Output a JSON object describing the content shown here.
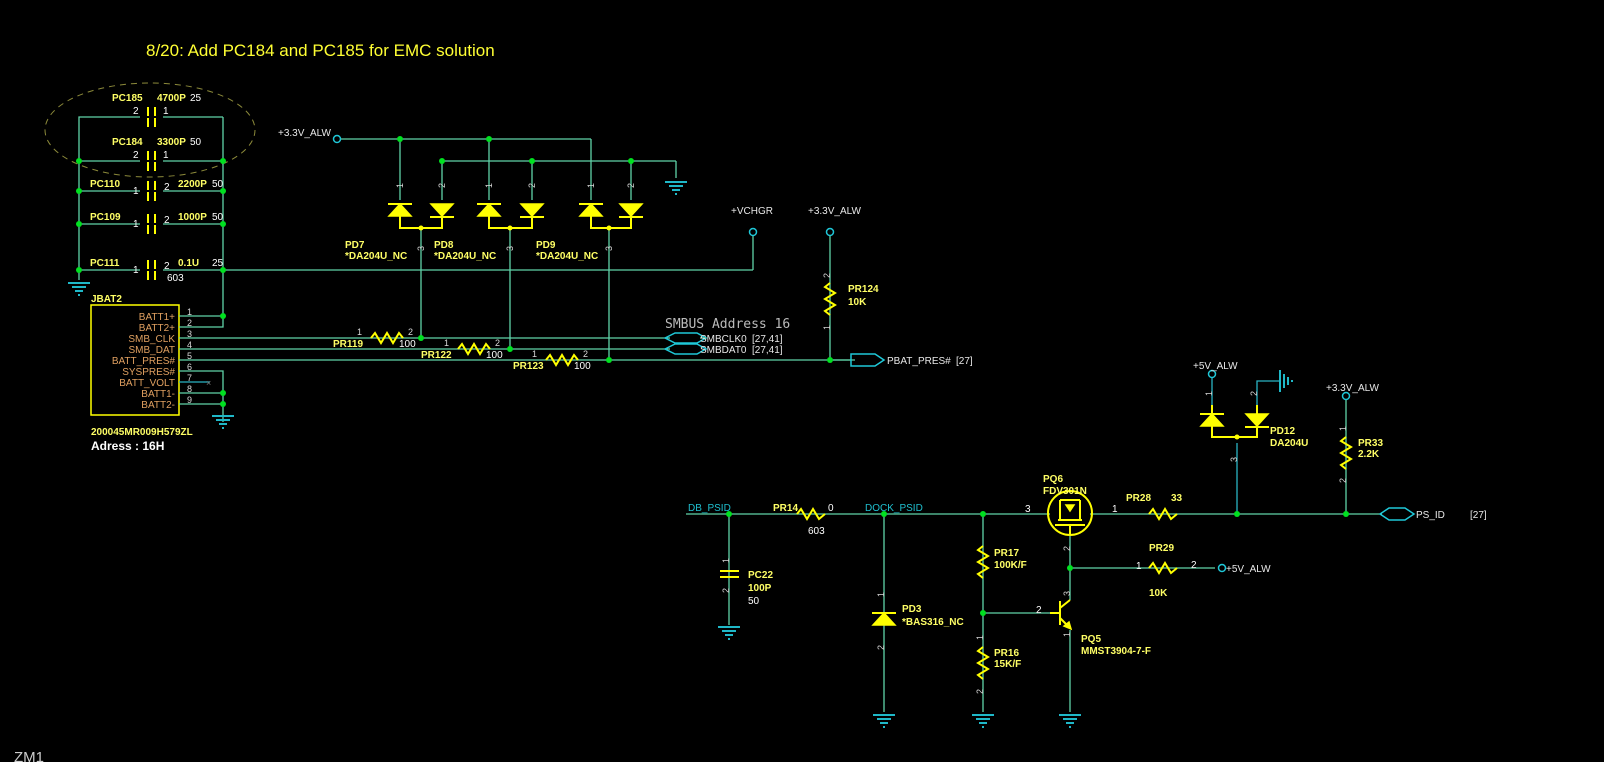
{
  "title": "8/20: Add PC184 and PC185 for EMC solution",
  "corner_label": "ZM1",
  "capacitors": [
    {
      "ref": "PC185",
      "value": "4700P",
      "voltage": "25",
      "pin_left": "2",
      "pin_right": "1"
    },
    {
      "ref": "PC184",
      "value": "3300P",
      "voltage": "50",
      "pin_left": "2",
      "pin_right": "1"
    },
    {
      "ref": "PC110",
      "value": "2200P",
      "voltage": "50",
      "pin_left": "1",
      "pin_right": "2"
    },
    {
      "ref": "PC109",
      "value": "1000P",
      "voltage": "50",
      "pin_left": "1",
      "pin_right": "2"
    },
    {
      "ref": "PC111",
      "value": "0.1U",
      "voltage": "25",
      "package": "603",
      "pin_left": "1",
      "pin_right": "2"
    }
  ],
  "connector": {
    "ref": "JBAT2",
    "part": "200045MR009H579ZL",
    "address": "Adress : 16H",
    "pins": [
      {
        "num": "1",
        "name": "BATT1+"
      },
      {
        "num": "2",
        "name": "BATT2+"
      },
      {
        "num": "3",
        "name": "SMB_CLK"
      },
      {
        "num": "4",
        "name": "SMB_DAT"
      },
      {
        "num": "5",
        "name": "BATT_PRES#"
      },
      {
        "num": "6",
        "name": "SYSPRES#"
      },
      {
        "num": "7",
        "name": "BATT_VOLT"
      },
      {
        "num": "8",
        "name": "BATT1-"
      },
      {
        "num": "9",
        "name": "BATT2-"
      }
    ]
  },
  "rails": {
    "alw33_a": "+3.3V_ALW",
    "vchgr": "+VCHGR",
    "alw33_b": "+3.3V_ALW",
    "alw5_a": "+5V_ALW",
    "alw33_c": "+3.3V_ALW",
    "alw5_b": "+5V_ALW"
  },
  "diodes": [
    {
      "ref": "PD7",
      "part": "*DA204U_NC",
      "p1": "1",
      "p2": "2",
      "p3": "3"
    },
    {
      "ref": "PD8",
      "part": "*DA204U_NC",
      "p1": "1",
      "p2": "2",
      "p3": "3"
    },
    {
      "ref": "PD9",
      "part": "*DA204U_NC",
      "p1": "1",
      "p2": "2",
      "p3": "3"
    },
    {
      "ref": "PD12",
      "part": "DA204U",
      "p1": "1",
      "p2": "2",
      "p3": "3"
    },
    {
      "ref": "PD3",
      "part": "*BAS316_NC",
      "p1": "1",
      "p2": "2"
    }
  ],
  "resistors": {
    "PR119": {
      "ref": "PR119",
      "value": "100",
      "p1": "1",
      "p2": "2"
    },
    "PR122": {
      "ref": "PR122",
      "value": "100",
      "p1": "1",
      "p2": "2"
    },
    "PR123": {
      "ref": "PR123",
      "value": "100",
      "p1": "1",
      "p2": "2"
    },
    "PR124": {
      "ref": "PR124",
      "value": "10K",
      "p1": "1",
      "p2": "2"
    },
    "PR14": {
      "ref": "PR14",
      "value": "0",
      "package": "603"
    },
    "PR17": {
      "ref": "PR17",
      "value": "100K/F"
    },
    "PR16": {
      "ref": "PR16",
      "value": "15K/F",
      "p1": "1",
      "p2": "2"
    },
    "PR28": {
      "ref": "PR28",
      "value": "33"
    },
    "PR29": {
      "ref": "PR29",
      "value": "10K",
      "p1": "1",
      "p2": "2"
    },
    "PR33": {
      "ref": "PR33",
      "value": "2.2K",
      "p1": "1",
      "p2": "2"
    }
  },
  "smbus_note": "SMBUS Address 16",
  "ports": [
    {
      "name": "SMBCLK0",
      "ref": "[27,41]"
    },
    {
      "name": "SMBDAT0",
      "ref": "[27,41]"
    },
    {
      "name": "PBAT_PRES#",
      "ref": "[27]"
    },
    {
      "name": "PS_ID",
      "ref": "[27]"
    }
  ],
  "nets": {
    "db_psid": "DB_PSID",
    "dock_psid": "DOCK_PSID"
  },
  "pc22": {
    "ref": "PC22",
    "value": "100P",
    "voltage": "50",
    "p1": "1",
    "p2": "2"
  },
  "transistors": [
    {
      "ref": "PQ6",
      "part": "FDV301N",
      "p1": "1",
      "p2": "2",
      "p3": "3"
    },
    {
      "ref": "PQ5",
      "part": "MMST3904-7-F",
      "p1": "1",
      "p2": "2",
      "p3": "3"
    }
  ]
}
